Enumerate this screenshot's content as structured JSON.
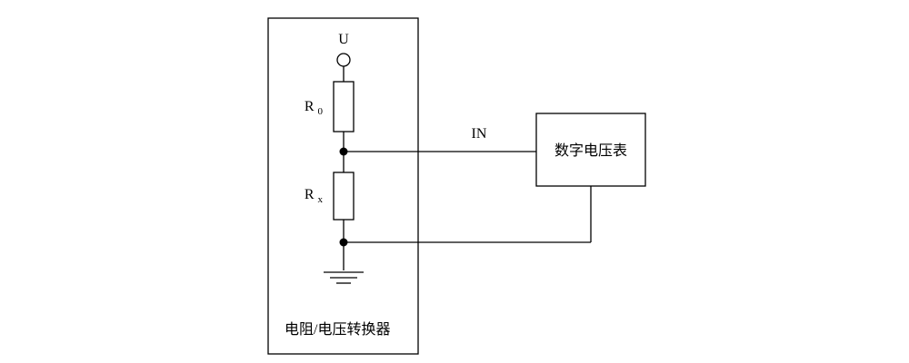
{
  "diagram": {
    "supply_label": "U",
    "r0": {
      "name": "R",
      "sub": "0"
    },
    "rx": {
      "name": "R",
      "sub": "x"
    },
    "in_label": "IN",
    "voltmeter_label": "数字电压表",
    "converter_label": "电阻/电压转换器",
    "line_color": "#000000",
    "background_color": "#ffffff"
  }
}
